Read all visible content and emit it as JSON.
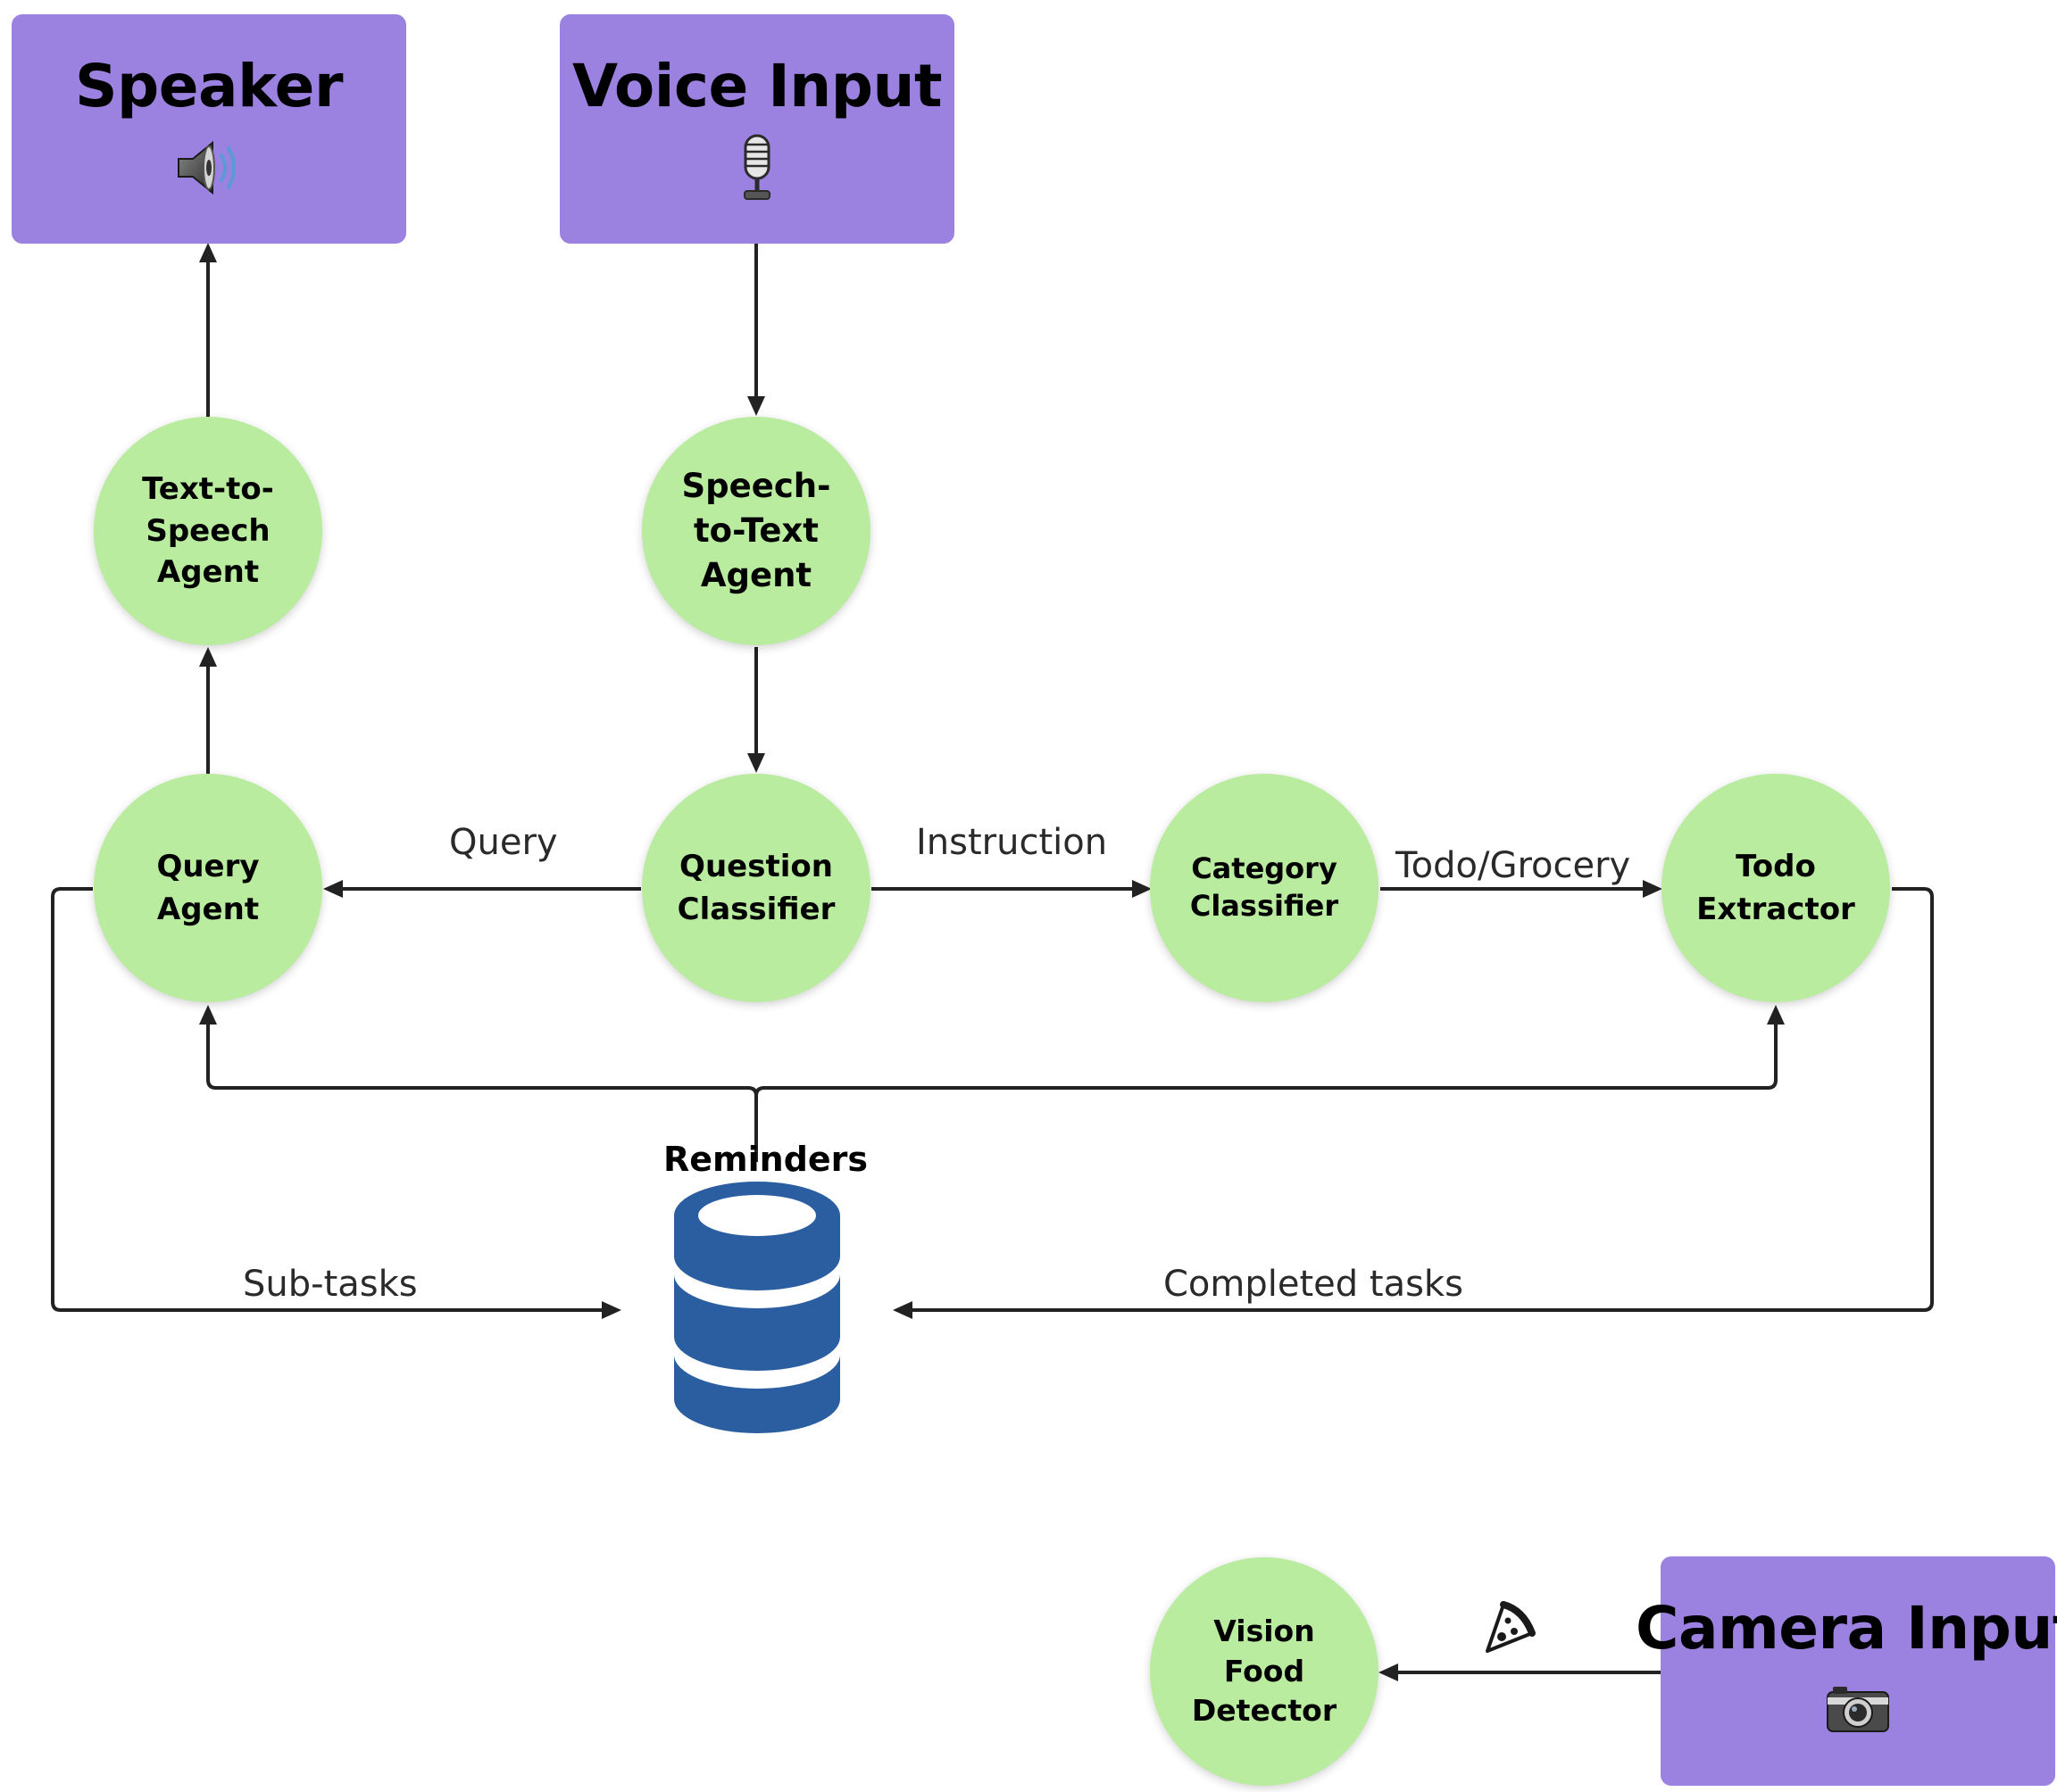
{
  "io_nodes": {
    "speaker": {
      "title": "Speaker",
      "icon": "speaker-icon"
    },
    "voice_input": {
      "title": "Voice Input",
      "icon": "microphone-icon"
    },
    "camera_input": {
      "title": "Camera Input",
      "icon": "camera-icon"
    }
  },
  "agents": {
    "text_to_speech": "Text-to-\nSpeech\nAgent",
    "speech_to_text": "Speech-\nto-Text\nAgent",
    "query_agent": "Query\nAgent",
    "question_classifier": "Question\nClassifier",
    "category_classifier": "Category\nClassifier",
    "todo_extractor": "Todo\nExtractor",
    "vision_food_detector": "Vision\nFood\nDetector"
  },
  "edges": {
    "query": "Query",
    "instruction": "Instruction",
    "todo_grocery": "Todo/Grocery",
    "sub_tasks": "Sub-tasks",
    "completed_tasks": "Completed tasks",
    "food_icon": "pizza-icon"
  },
  "datastore": {
    "label": "Reminders",
    "icon": "database-icon"
  },
  "colors": {
    "io_box": "#9b82e0",
    "agent": "#b9ec9e",
    "database": "#2a5ea1",
    "arrow": "#222222"
  }
}
